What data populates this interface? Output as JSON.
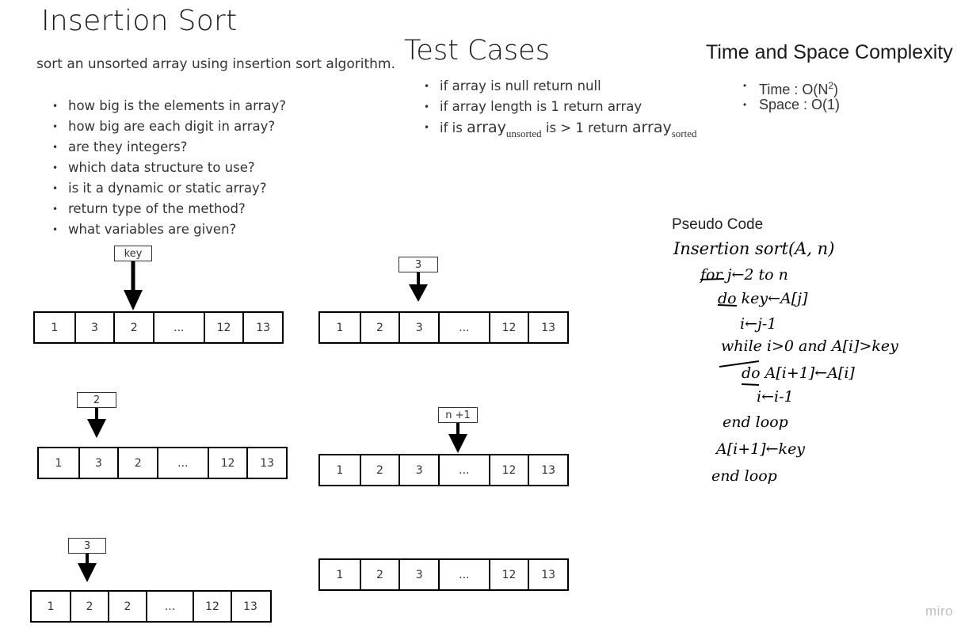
{
  "title": "Insertion Sort",
  "subtitle": "sort an unsorted array using insertion sort algorithm.",
  "questions": [
    "how big is the elements in array?",
    "how big are each digit in array?",
    "are they integers?",
    "which data structure to use?",
    "is it a dynamic or static array?",
    "return type of the method?",
    "what variables are given?"
  ],
  "test_cases": {
    "title": "Test Cases",
    "items": [
      "if array is null return null",
      "if array length is 1 return array"
    ],
    "item3": {
      "prefix": "if is",
      "word1": "array",
      "sub1": "unsorted",
      "middle": "is > 1 return",
      "word2": "array",
      "sub2": "sorted"
    }
  },
  "complexity": {
    "title": "Time and Space Complexity",
    "time_label": "Time : O(N",
    "time_exp": "2",
    "time_close": ")",
    "space": "Space : O(1)"
  },
  "pseudo_code": {
    "title": "Pseudo Code",
    "lines": [
      "Insertion sort(A, n)",
      "for j←2 to n",
      "do key←A[j]",
      "i←j-1",
      "while i>0 and A[i]>key",
      "do A[i+1]←A[i]",
      "i←i-1",
      "end loop",
      "A[i+1]←key",
      "end loop"
    ]
  },
  "diagrams": {
    "d1": {
      "marker": "key",
      "cells": [
        "1",
        "3",
        "2",
        "...",
        "12",
        "13"
      ]
    },
    "d2": {
      "marker": "3",
      "cells": [
        "1",
        "2",
        "3",
        "...",
        "12",
        "13"
      ]
    },
    "d3": {
      "marker": "2",
      "cells": [
        "1",
        "3",
        "2",
        "...",
        "12",
        "13"
      ]
    },
    "d4": {
      "marker": "n +1",
      "cells": [
        "1",
        "2",
        "3",
        "...",
        "12",
        "13"
      ]
    },
    "d5": {
      "marker": "3",
      "cells": [
        "1",
        "2",
        "2",
        "...",
        "12",
        "13"
      ]
    },
    "d6": {
      "cells": [
        "1",
        "2",
        "3",
        "...",
        "12",
        "13"
      ]
    }
  },
  "watermark": "miro"
}
